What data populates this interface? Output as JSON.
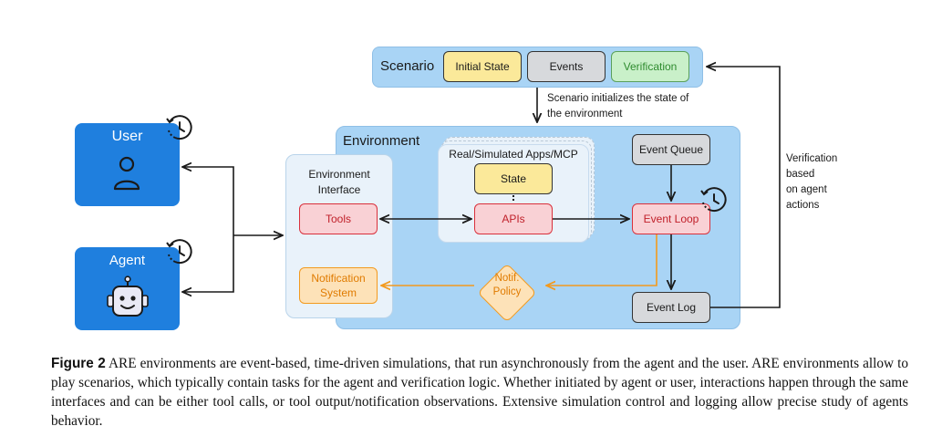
{
  "scenario": {
    "label": "Scenario",
    "initial_state": "Initial State",
    "events": "Events",
    "verification": "Verification"
  },
  "scenario_note": [
    "Scenario initializes the state of",
    "the environment"
  ],
  "verification_note": [
    "Verification",
    "based",
    "on agent",
    "actions"
  ],
  "user": {
    "label": "User"
  },
  "agent": {
    "label": "Agent"
  },
  "environment": {
    "label": "Environment",
    "interface": {
      "label": [
        "Environment",
        "Interface"
      ],
      "tools": "Tools",
      "notification": [
        "Notification",
        "System"
      ]
    },
    "apps": {
      "label": "Real/Simulated Apps/MCP",
      "state": "State",
      "apis": "APIs"
    },
    "event_queue": "Event Queue",
    "event_loop": "Event Loop",
    "event_log": "Event Log",
    "notif_policy": [
      "Notif.",
      "Policy"
    ]
  },
  "caption": {
    "label": "Figure 2",
    "text": "ARE environments are event-based, time-driven simulations, that run asynchronously from the agent and the user. ARE environments allow to play scenarios, which typically contain tasks for the agent and verification logic. Whether initiated by agent or user, interactions happen through the same interfaces and can be either tool calls, or tool output/notification observations. Extensive simulation control and logging allow precise study of agents behavior."
  },
  "colors": {
    "panel_blue": "#a9d4f5",
    "actor_blue": "#1f7fde",
    "tools_red": "#f9d1d5",
    "yellow": "#fbe99a",
    "grey": "#d7d9dc",
    "green": "#c9f0c9",
    "orange": "#f39a1e"
  }
}
